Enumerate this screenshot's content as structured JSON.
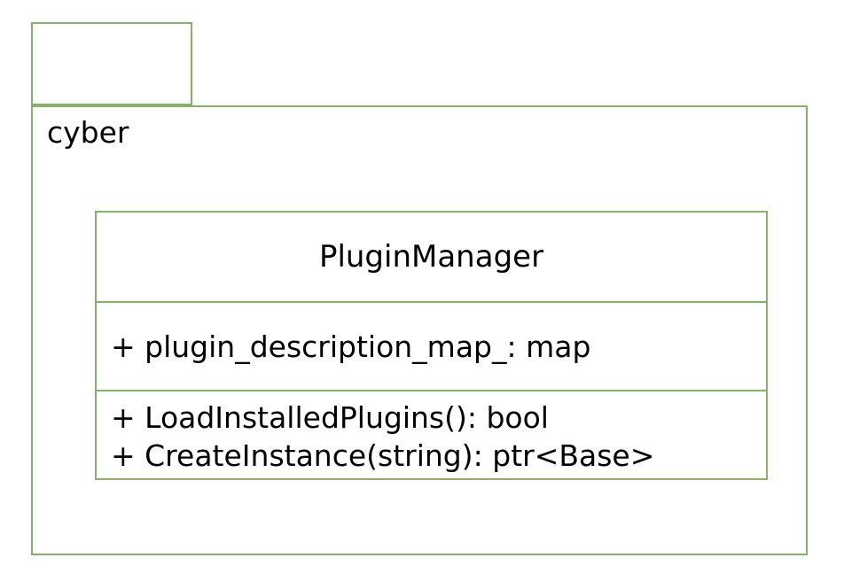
{
  "package": {
    "name": "cyber"
  },
  "class": {
    "name": "PluginManager",
    "attributes": [
      "+ plugin_description_map_: map"
    ],
    "operations": [
      "+ LoadInstalledPlugins(): bool",
      "+ CreateInstance(string): ptr<Base>"
    ]
  },
  "colors": {
    "stroke": "#82b366",
    "fill": "#ffffff",
    "text": "#000000"
  }
}
